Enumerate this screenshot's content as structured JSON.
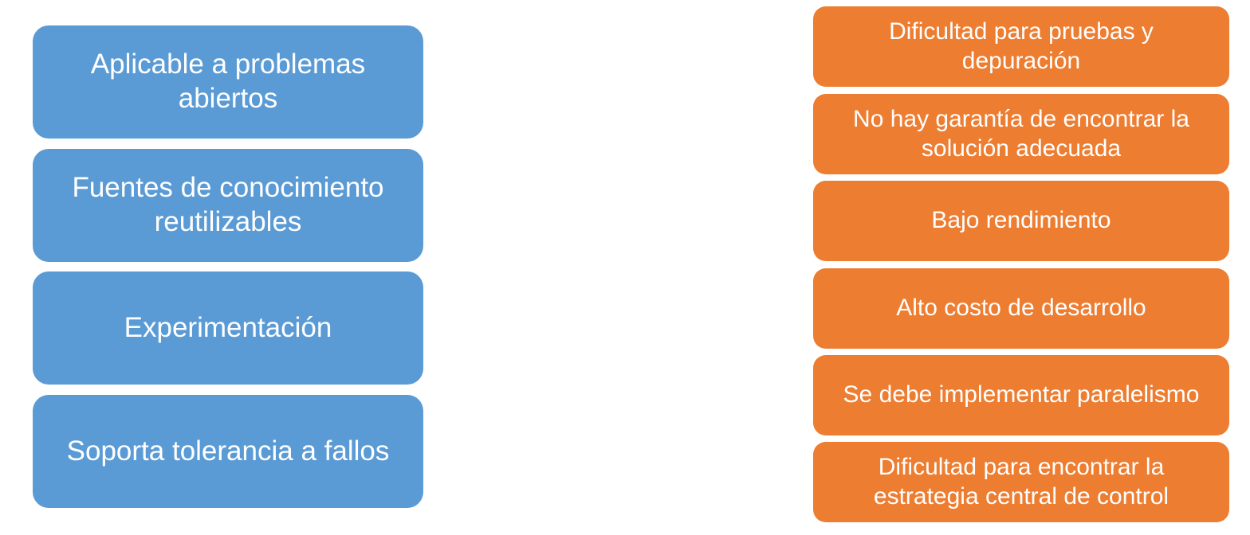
{
  "colors": {
    "blue": "#5B9BD5",
    "orange": "#ED7D31",
    "text": "#FFFFFF",
    "background": "#FFFFFF"
  },
  "left_column": [
    {
      "text": "Aplicable a problemas abiertos"
    },
    {
      "text": "Fuentes de conocimiento reutilizables"
    },
    {
      "text": "Experimentación"
    },
    {
      "text": "Soporta tolerancia a fallos"
    }
  ],
  "right_column": [
    {
      "text": "Dificultad para pruebas y depuración"
    },
    {
      "text": "No hay garantía de encontrar la solución adecuada"
    },
    {
      "text": "Bajo rendimiento"
    },
    {
      "text": "Alto costo de desarrollo"
    },
    {
      "text": "Se debe implementar paralelismo"
    },
    {
      "text": "Dificultad para encontrar la estrategia central de control"
    }
  ]
}
